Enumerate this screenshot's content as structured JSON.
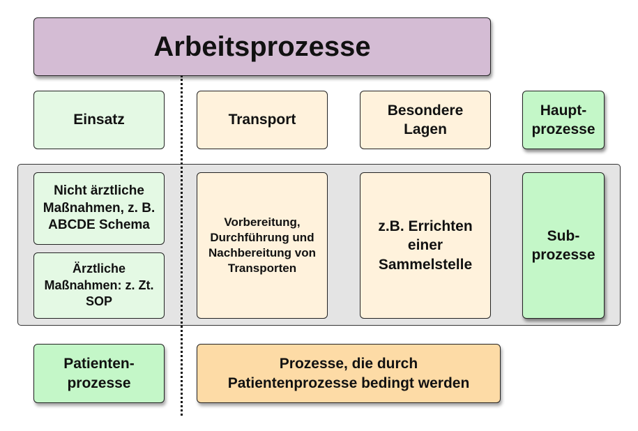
{
  "title": "Arbeitsprozesse",
  "main_categories": {
    "einsatz": "Einsatz",
    "transport": "Transport",
    "besondere_lagen": "Besondere\nLagen",
    "hauptprozesse": "Haupt-\nprozesse"
  },
  "sub_processes": {
    "nicht_aerztlich": "Nicht ärztliche\nMaßnahmen, z. B.\nABCDE Schema",
    "aerztlich": "Ärztliche\nMaßnahmen: z. Zt.\nSOP",
    "transport_detail": "Vorbereitung,\nDurchführung und\nNachbereitung von\nTransporten",
    "lagen_detail": "z.B. Errichten\neiner\nSammelstelle",
    "subprozesse": "Sub-\nprozesse"
  },
  "bottom": {
    "patientenprozesse": "Patienten-\nprozesse",
    "bedingte_prozesse": "Prozesse, die durch\nPatientenprozesse bedingt werden"
  },
  "colors": {
    "title": "#d4bcd4",
    "light_green": "#e4f9e4",
    "green": "#c4f7c8",
    "peach": "#fff2dc",
    "orange": "#fddba6",
    "panel": "#e4e4e4"
  }
}
